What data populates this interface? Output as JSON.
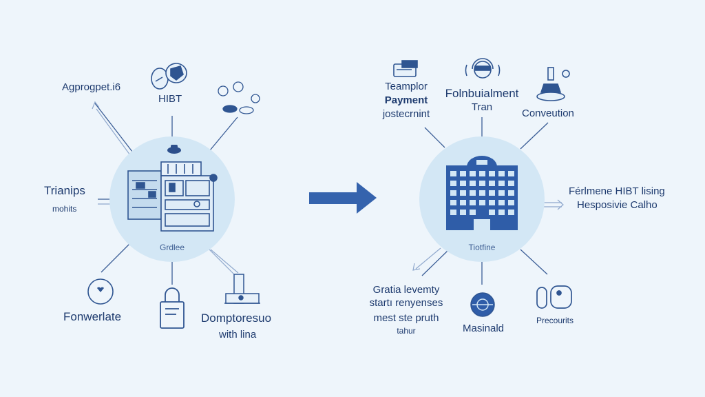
{
  "left_hub": {
    "caption": "Grdlee"
  },
  "right_hub": {
    "caption": "Tiotfine"
  },
  "left_nodes": {
    "top_left": "Agprogpet.i6",
    "top": "HIBT",
    "left_line1": "Trianips",
    "left_line2": "mohits",
    "bottom_left": "Fonwerlate",
    "bottom_right_line1": "Domptoresuo",
    "bottom_right_line2": "with lina"
  },
  "right_nodes": {
    "top_left_line1": "Teamplor",
    "top_left_line2": "Payment",
    "top_left_line3": "jostecrnint",
    "top_line1": "Folnbuialment",
    "top_line2": "Tran",
    "top_right": "Conveution",
    "right_line1": "Férlmene HIBT lising",
    "right_line2": "Hesposivie Calho",
    "bottom_left_line1": "Gratia levemty",
    "bottom_left_line2": "startı renyenses",
    "bottom_left_line3": "mest ste pruth",
    "bottom_left_line4": "tahur",
    "bottom": "Masinald",
    "bottom_right": "Precourits"
  },
  "colors": {
    "background": "#eef5fb",
    "hub_fill": "#d3e7f5",
    "accent": "#2f5da8",
    "arrow": "#3563ad"
  },
  "icons": [
    "map-icon",
    "people-icon",
    "gears-icon",
    "building-icon",
    "server-icon",
    "heart-icon",
    "lock-icon",
    "desk-icon",
    "card-icon",
    "headset-icon",
    "lamp-icon",
    "globe-icon",
    "hands-icon"
  ]
}
